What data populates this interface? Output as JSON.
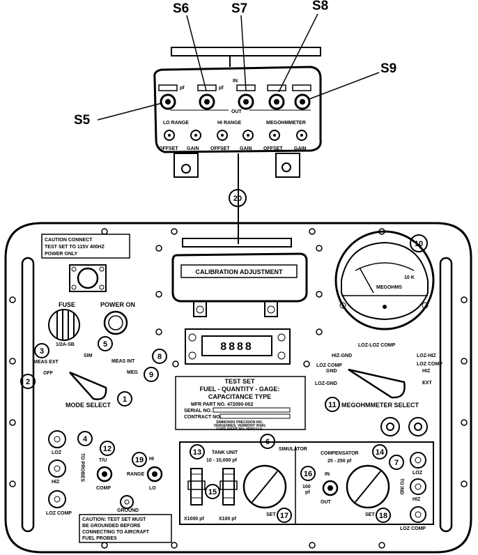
{
  "callouts": {
    "s5": "S5",
    "s6": "S6",
    "s7": "S7",
    "s8": "S8",
    "s9": "S9",
    "n1": "1",
    "n2": "2",
    "n3": "3",
    "n4": "4",
    "n5": "5",
    "n6": "6",
    "n7": "7",
    "n8": "8",
    "n9": "9",
    "n10": "10",
    "n11": "11",
    "n12": "12",
    "n13": "13",
    "n14": "14",
    "n15": "15",
    "n16": "16",
    "n17": "17",
    "n18": "18",
    "n19": "19",
    "n20": "20"
  },
  "calibration_box": {
    "in": "IN",
    "out": "OUT",
    "pf": "pf",
    "lo_range": "LO RANGE",
    "hi_range": "HI RANGE",
    "megohmmeter": "MEGOHMMETER",
    "offset": "OFFSET",
    "gain": "GAIN"
  },
  "panel": {
    "caution_top": [
      "CAUTION  CONNECT",
      "TEST SET TO 115V 400HZ",
      "POWER ONLY"
    ],
    "calibration_adjustment": "CALIBRATION ADJUSTMENT",
    "fuse": "FUSE",
    "power_on": "POWER ON",
    "fuse_rating": "1/2A-SB",
    "counter": "8888",
    "meter_scale_label": "MEGOHMS",
    "meter_max": "10 K",
    "meas_ext": "MEAS EXT",
    "sim": "SIM",
    "meas_int": "MEAS INT",
    "off": "OFF",
    "meg": "MEG",
    "mode_select": "MODE SELECT",
    "plate": {
      "title": "TEST SET",
      "line2": "FUEL - QUANTITY - GAGE:",
      "line3": "CAPACITANCE TYPE",
      "mfr": "MFR PART NO. 472090-002",
      "serial": "SERIAL NO.",
      "contract": "CONTRACT NO.",
      "maker1": "SIMMONDS PRECISION INC.",
      "maker2": "VERGENNES, VERMONT 05491",
      "maker3": "CODE IDENT NO. 49303 U.S."
    },
    "loz_loz_comp": "LOZ-LOZ COMP",
    "hiz_gnd": "HIZ-GND",
    "loz_hiz": "LOZ-HIZ",
    "loz_comp_gnd": [
      "LOZ COMP",
      "GND"
    ],
    "loz_gnd": "LOZ-GND",
    "loz_comp_hiz": [
      "LOZ COMP",
      "HIZ"
    ],
    "ext": "EXT",
    "megohmmeter_select": "MEGOHMMETER SELECT",
    "loz": "LOZ",
    "hiz": "HIZ",
    "loz_comp": "LOZ COMP",
    "to_probes": "TO PROBES",
    "tu": "T/U",
    "comp": "COMP",
    "hi": "HI",
    "range": "RANGE",
    "lo": "LO",
    "ground": "GROUND",
    "caution_bottom": [
      "CAUTION: TEST SET MUST",
      "BE GROUNDED BEFORE",
      "CONNECTING TO AIRCRAFT",
      "FUEL PROBES"
    ],
    "tank_unit": "TANK UNIT",
    "tank_range": "10 - 10,000 pf",
    "simulator": "SIMULATOR",
    "compensator": "COMPENSATOR",
    "comp_range": "25 - 250 pf",
    "x1000": "X1000 pf",
    "x100": "X100 pf",
    "set": "SET",
    "in": "IN",
    "out": "OUT",
    "pf100": [
      "100",
      "pf"
    ],
    "to_ind": "TO IND"
  }
}
